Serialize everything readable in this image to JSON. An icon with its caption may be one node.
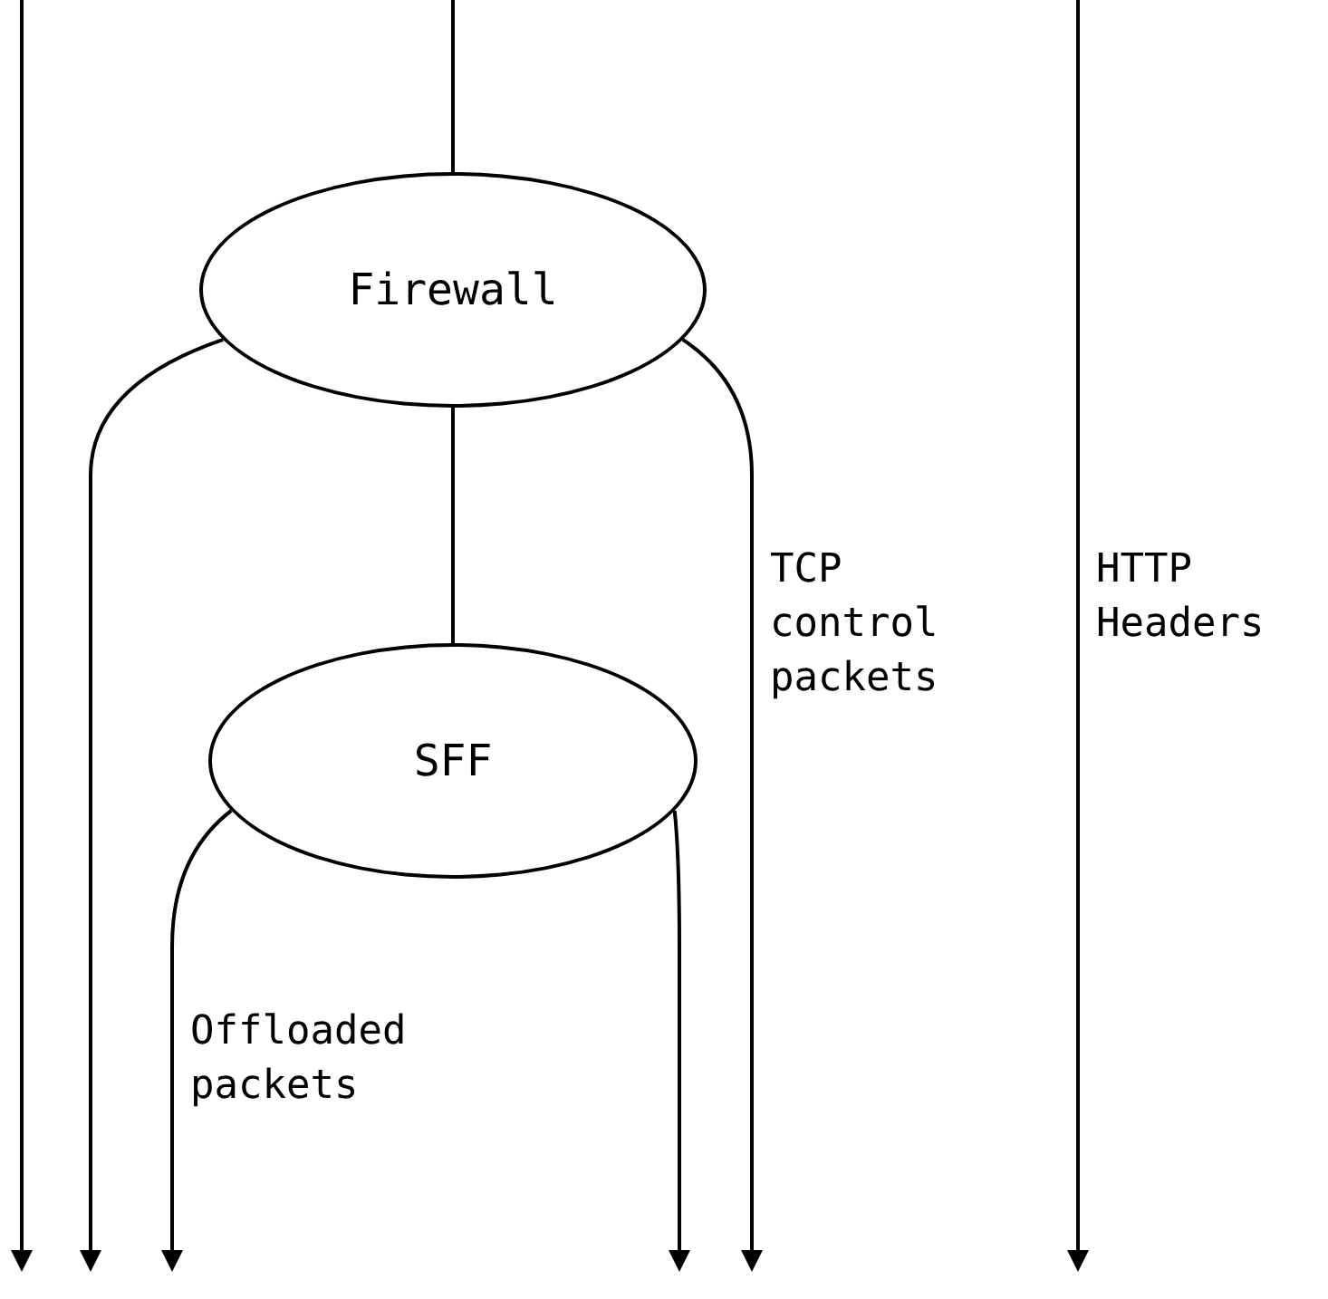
{
  "diagram": {
    "nodes": [
      {
        "text": [
          "Firewall"
        ]
      },
      {
        "text": [
          "SFF"
        ]
      }
    ],
    "edges": [
      {
        "from": null,
        "to": 0,
        "arrow": "none"
      },
      {
        "from": 0,
        "to": 1,
        "arrow": "none"
      },
      {
        "from": 0,
        "to": null,
        "arrow": "to"
      },
      {
        "from": 0,
        "to": null,
        "arrow": "to",
        "label": "TCP control packets"
      },
      {
        "from": 1,
        "to": null,
        "arrow": "to",
        "label": "Offloaded packets"
      },
      {
        "from": 1,
        "to": null,
        "arrow": "to"
      }
    ],
    "labels": [
      "HTTP Headers"
    ]
  }
}
